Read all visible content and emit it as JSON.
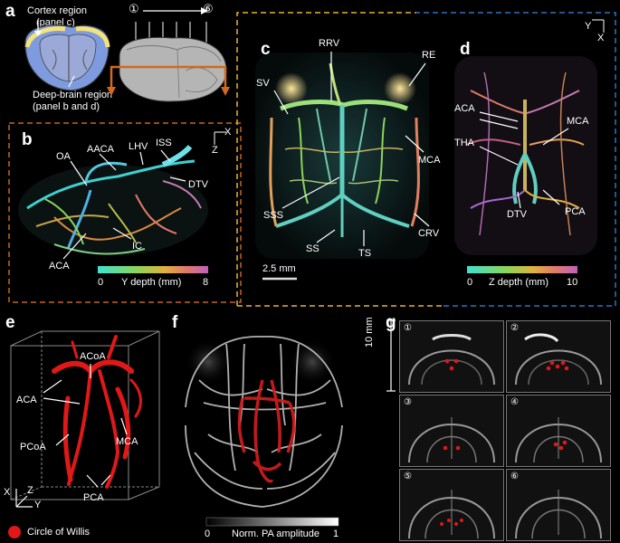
{
  "panels": {
    "a": {
      "label": "a",
      "cortex_label_1": "Cortex region",
      "cortex_label_2": "(panel c)",
      "deep_label_1": "Deep-brain region",
      "deep_label_2": "(panel b and d)",
      "slice_start": "①",
      "slice_end": "⑥"
    },
    "b": {
      "label": "b",
      "axis_x": "X",
      "axis_z": "Z",
      "vessels": [
        "OA",
        "AACA",
        "LHV",
        "ISS",
        "DTV",
        "IC",
        "ACA"
      ],
      "colorbar": {
        "min": "0",
        "title": "Y depth (mm)",
        "max": "8"
      }
    },
    "c": {
      "label": "c",
      "vessels": [
        "RRV",
        "RE",
        "SV",
        "MCA",
        "SSS",
        "SS",
        "TS",
        "CRV"
      ],
      "scalebar": "2.5 mm"
    },
    "d": {
      "label": "d",
      "axis_y": "Y",
      "axis_x": "X",
      "vessels": [
        "ACA",
        "MCA",
        "THA",
        "DTV",
        "PCA"
      ],
      "colorbar": {
        "min": "0",
        "title": "Z depth (mm)",
        "max": "10"
      }
    },
    "e": {
      "label": "e",
      "vessels": [
        "ACoA",
        "ACA",
        "PCoA",
        "MCA",
        "PCA"
      ],
      "axes": [
        "X",
        "Z",
        "Y"
      ],
      "legend": "Circle of Willis"
    },
    "f": {
      "label": "f",
      "colorbar": {
        "min": "0",
        "title": "Norm. PA amplitude",
        "max": "1"
      }
    },
    "g": {
      "label": "g",
      "scalebar": "10 mm",
      "slices": [
        "①",
        "②",
        "③",
        "④",
        "⑤",
        "⑥"
      ]
    }
  },
  "colors": {
    "orange_box": "#c8641e",
    "yellow_box": "#e6b432",
    "blue_box": "#2a74c4",
    "circle_of_willis": "#e01818",
    "cortex_blue": "#7f9be0",
    "deep_yellow": "#f4e37a"
  }
}
